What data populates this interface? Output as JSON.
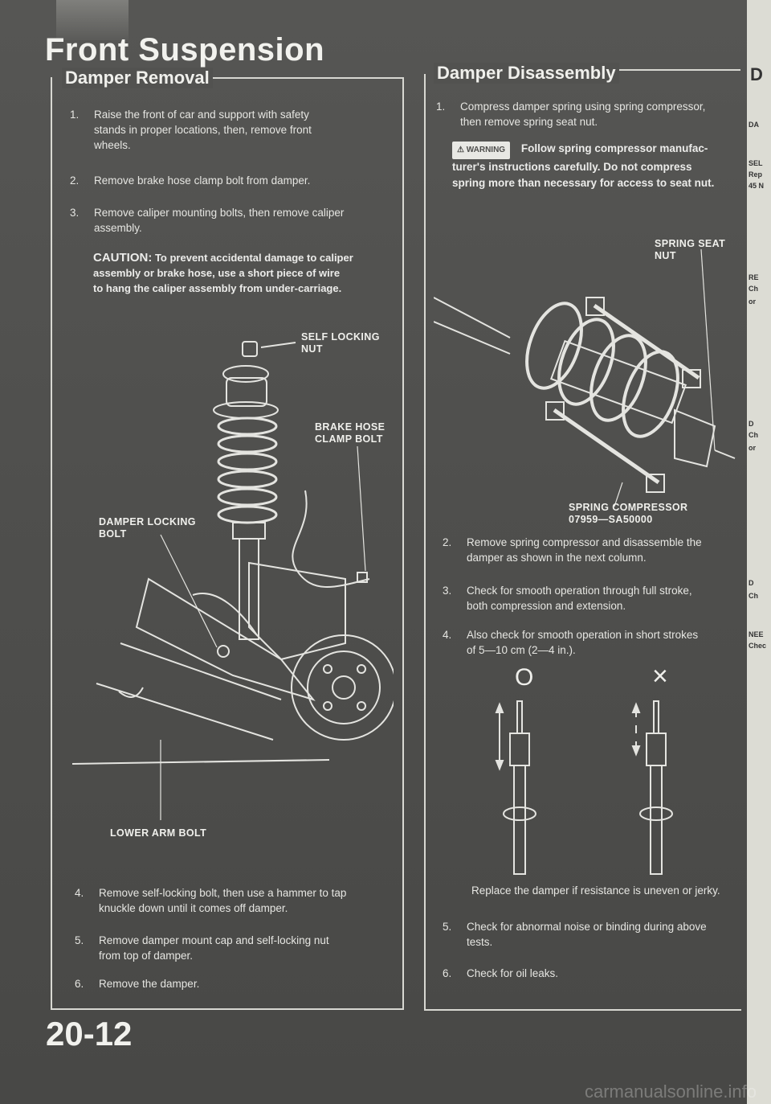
{
  "section_title": "Front Suspension",
  "page_number": "20-12",
  "left_panel": {
    "title": "Damper Removal",
    "steps": [
      {
        "num": "1.",
        "lines": [
          "Raise the front of car and support with safety",
          "stands in proper locations, then, remove front",
          "wheels."
        ]
      },
      {
        "num": "2.",
        "lines": [
          "Remove brake hose clamp bolt from damper."
        ]
      },
      {
        "num": "3.",
        "lines": [
          "Remove caliper mounting bolts, then remove caliper",
          "assembly."
        ]
      }
    ],
    "caution": {
      "lead": "CAUTION:",
      "lines": [
        "To prevent accidental damage to caliper",
        "assembly or brake hose, use a short piece of wire",
        "to hang the caliper assembly from under-carriage."
      ]
    },
    "callouts": {
      "self_locking_nut": [
        "SELF LOCKING",
        "NUT"
      ],
      "brake_hose_clamp_bolt": [
        "BRAKE HOSE",
        "CLAMP BOLT"
      ],
      "damper_locking_bolt": [
        "DAMPER LOCKING",
        "BOLT"
      ],
      "lower_arm_bolt": "LOWER ARM BOLT"
    },
    "steps_after": [
      {
        "num": "4.",
        "lines": [
          "Remove self-locking bolt, then use a hammer to tap",
          "knuckle down until it comes off damper."
        ]
      },
      {
        "num": "5.",
        "lines": [
          "Remove damper mount cap and self-locking nut",
          "from top of damper."
        ]
      },
      {
        "num": "6.",
        "lines": [
          "Remove the damper."
        ]
      }
    ]
  },
  "right_panel": {
    "title": "Damper Disassembly",
    "step1": {
      "num": "1.",
      "lines": [
        "Compress damper spring using spring compressor,",
        "then remove spring seat nut."
      ]
    },
    "warning": {
      "badge": "WARNING",
      "lines": [
        "Follow spring compressor manufac-",
        "turer's instructions carefully. Do not compress",
        "spring more than necessary for access to seat nut."
      ]
    },
    "callouts": {
      "spring_seat_nut": "SPRING SEAT NUT",
      "spring_compressor": [
        "SPRING COMPRESSOR",
        "07959—SA50000"
      ]
    },
    "steps": [
      {
        "num": "2.",
        "lines": [
          "Remove spring compressor and disassemble the",
          "damper as shown in the next column."
        ]
      },
      {
        "num": "3.",
        "lines": [
          "Check for smooth operation through full stroke,",
          "both compression and extension."
        ]
      },
      {
        "num": "4.",
        "lines": [
          "Also check for smooth operation in short strokes",
          "of 5—10 cm (2—4 in.)."
        ]
      }
    ],
    "ok_symbol": "O",
    "ng_symbol": "×",
    "replace_note": "Replace the damper if resistance is uneven or jerky.",
    "steps_after": [
      {
        "num": "5.",
        "lines": [
          "Check for abnormal noise or binding during above",
          "tests."
        ]
      },
      {
        "num": "6.",
        "lines": [
          "Check for oil leaks."
        ]
      }
    ]
  },
  "edge_fragments": [
    "D",
    "DA",
    "SEL",
    "Rep",
    "45 N",
    "RE",
    "Ch",
    "or",
    "D",
    "Ch",
    "or",
    "D",
    "Ch",
    "NEE",
    "Chec"
  ],
  "watermark": "carmanualsonline.info"
}
